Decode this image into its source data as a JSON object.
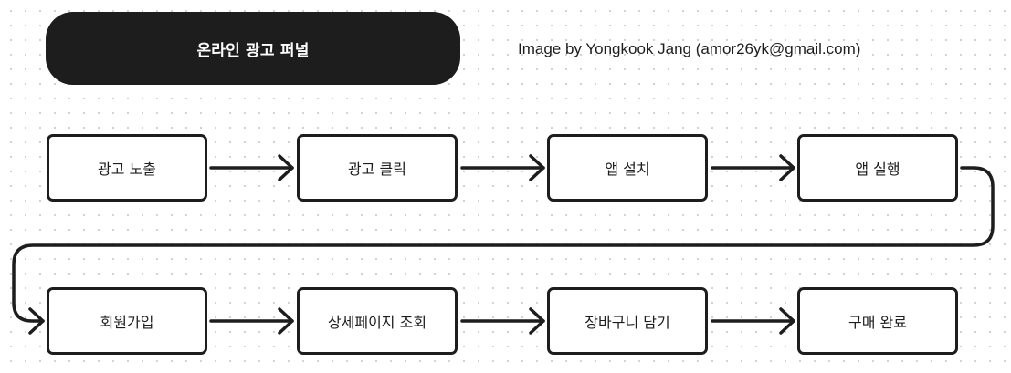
{
  "diagram": {
    "title": "온라인 광고 퍼널",
    "credit": "Image by Yongkook Jang (amor26yk@gmail.com)",
    "steps": [
      {
        "label": "광고 노출"
      },
      {
        "label": "광고 클릭"
      },
      {
        "label": "앱 설치"
      },
      {
        "label": "앱 실행"
      },
      {
        "label": "회원가입"
      },
      {
        "label": "상세페이지 조회"
      },
      {
        "label": "장바구니 담기"
      },
      {
        "label": "구매 완료"
      }
    ],
    "edges": [
      {
        "from": 0,
        "to": 1
      },
      {
        "from": 1,
        "to": 2
      },
      {
        "from": 2,
        "to": 3
      },
      {
        "from": 3,
        "to": 4
      },
      {
        "from": 4,
        "to": 5
      },
      {
        "from": 5,
        "to": 6
      },
      {
        "from": 6,
        "to": 7
      }
    ],
    "colors": {
      "ink": "#1d1d1d",
      "background": "#ffffff",
      "grid_dot": "#cfcfcf"
    }
  }
}
